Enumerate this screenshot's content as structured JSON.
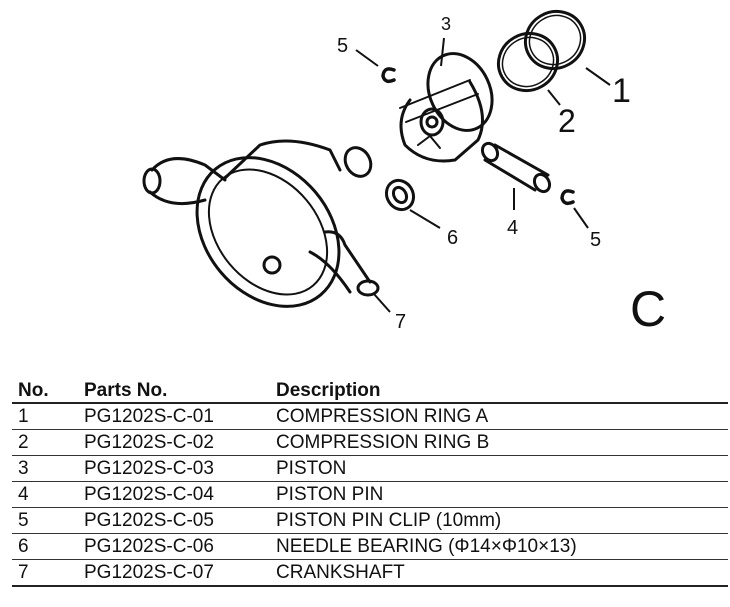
{
  "diagram": {
    "section_letter": "C",
    "callouts": [
      "1",
      "2",
      "3",
      "4",
      "5",
      "5",
      "6",
      "7"
    ]
  },
  "table": {
    "headers": {
      "no": "No.",
      "parts_no": "Parts No.",
      "description": "Description"
    },
    "rows": [
      {
        "no": "1",
        "parts_no": "PG1202S-C-01",
        "description": "COMPRESSION RING A"
      },
      {
        "no": "2",
        "parts_no": "PG1202S-C-02",
        "description": "COMPRESSION RING B"
      },
      {
        "no": "3",
        "parts_no": "PG1202S-C-03",
        "description": "PISTON"
      },
      {
        "no": "4",
        "parts_no": "PG1202S-C-04",
        "description": "PISTON PIN"
      },
      {
        "no": "5",
        "parts_no": "PG1202S-C-05",
        "description": "PISTON PIN CLIP (10mm)"
      },
      {
        "no": "6",
        "parts_no": "PG1202S-C-06",
        "description": "NEEDLE BEARING (Φ14×Φ10×13)"
      },
      {
        "no": "7",
        "parts_no": "PG1202S-C-07",
        "description": "CRANKSHAFT"
      }
    ]
  }
}
